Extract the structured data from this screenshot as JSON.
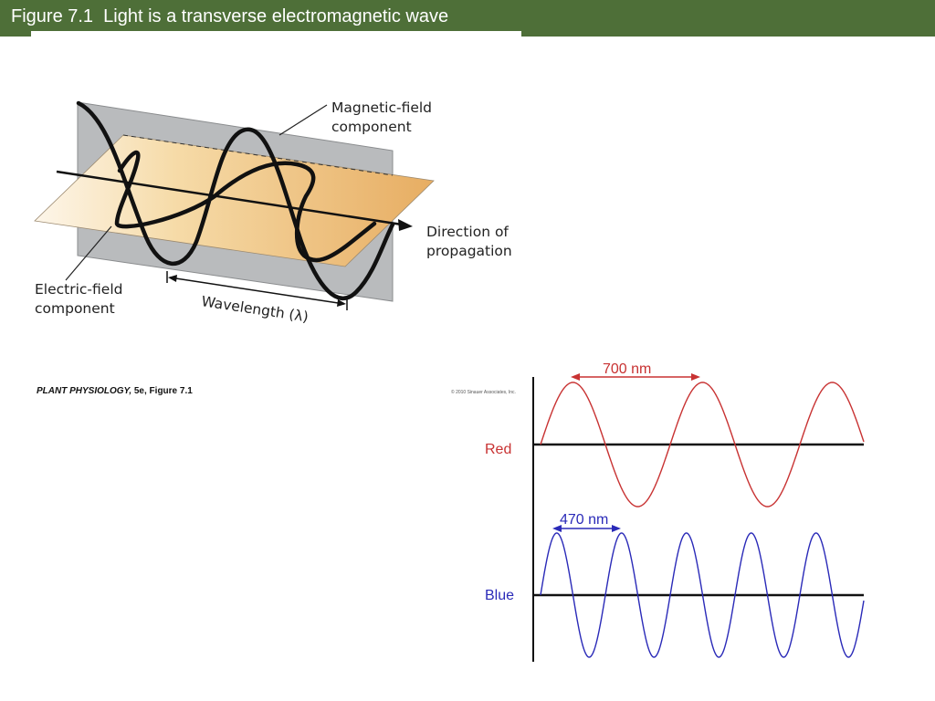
{
  "header": {
    "title": "Figure 7.1  Light is a transverse electromagnetic wave"
  },
  "diagram": {
    "magnetic_label_1": "Magnetic-field",
    "magnetic_label_2": "component",
    "direction_label_1": "Direction of",
    "direction_label_2": "propagation",
    "electric_label_1": "Electric-field",
    "electric_label_2": "component",
    "wavelength_label": "Wavelength (λ)"
  },
  "caption": {
    "book": "PLANT PHYSIOLOGY,",
    "rest": " 5e, Figure 7.1"
  },
  "copyright": "© 2010 Sinauer Associates, Inc.",
  "waves": {
    "red": {
      "label": "Red",
      "wavelength_text": "700 nm",
      "color": "#c83232"
    },
    "blue": {
      "label": "Blue",
      "wavelength_text": "470 nm",
      "color": "#2a2ab8"
    }
  },
  "colors": {
    "title_bar": "#4e6f38",
    "plane_orange": "#e7ad62",
    "plane_gray": "#b8babc"
  }
}
